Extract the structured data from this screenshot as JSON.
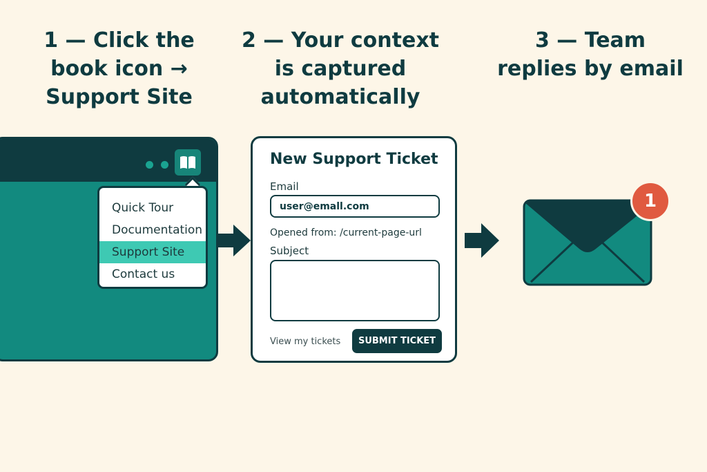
{
  "steps": [
    {
      "lines": [
        "1 — Click the",
        "book icon →",
        "Support Site"
      ]
    },
    {
      "lines": [
        "2 — Your context",
        "is captured",
        "automatically"
      ]
    },
    {
      "lines": [
        "3 —  Team",
        "replies by email"
      ]
    }
  ],
  "app_window": {
    "menu_items": [
      "Quick Tour",
      "Documentation",
      "Support Site",
      "Contact us"
    ],
    "active_item": "Support Site"
  },
  "ticket_form": {
    "title": "New Support Ticket",
    "email_label": "Email",
    "email_value": "user@emall.com",
    "opened_from": "Opened from: /current-page-url",
    "subject_label": "Subject",
    "subject_value": "",
    "view_tickets_link": "View my tickets",
    "submit_label": "SUBMIT TICKET"
  },
  "notification": {
    "count": "1"
  },
  "icons": [
    "book-icon",
    "arrow-right-icon",
    "envelope-icon"
  ],
  "colors": {
    "background": "#fdf6e8",
    "dark": "#0f3b40",
    "teal": "#128a7f",
    "highlight": "#3ec9b3",
    "badge": "#e05a40"
  }
}
